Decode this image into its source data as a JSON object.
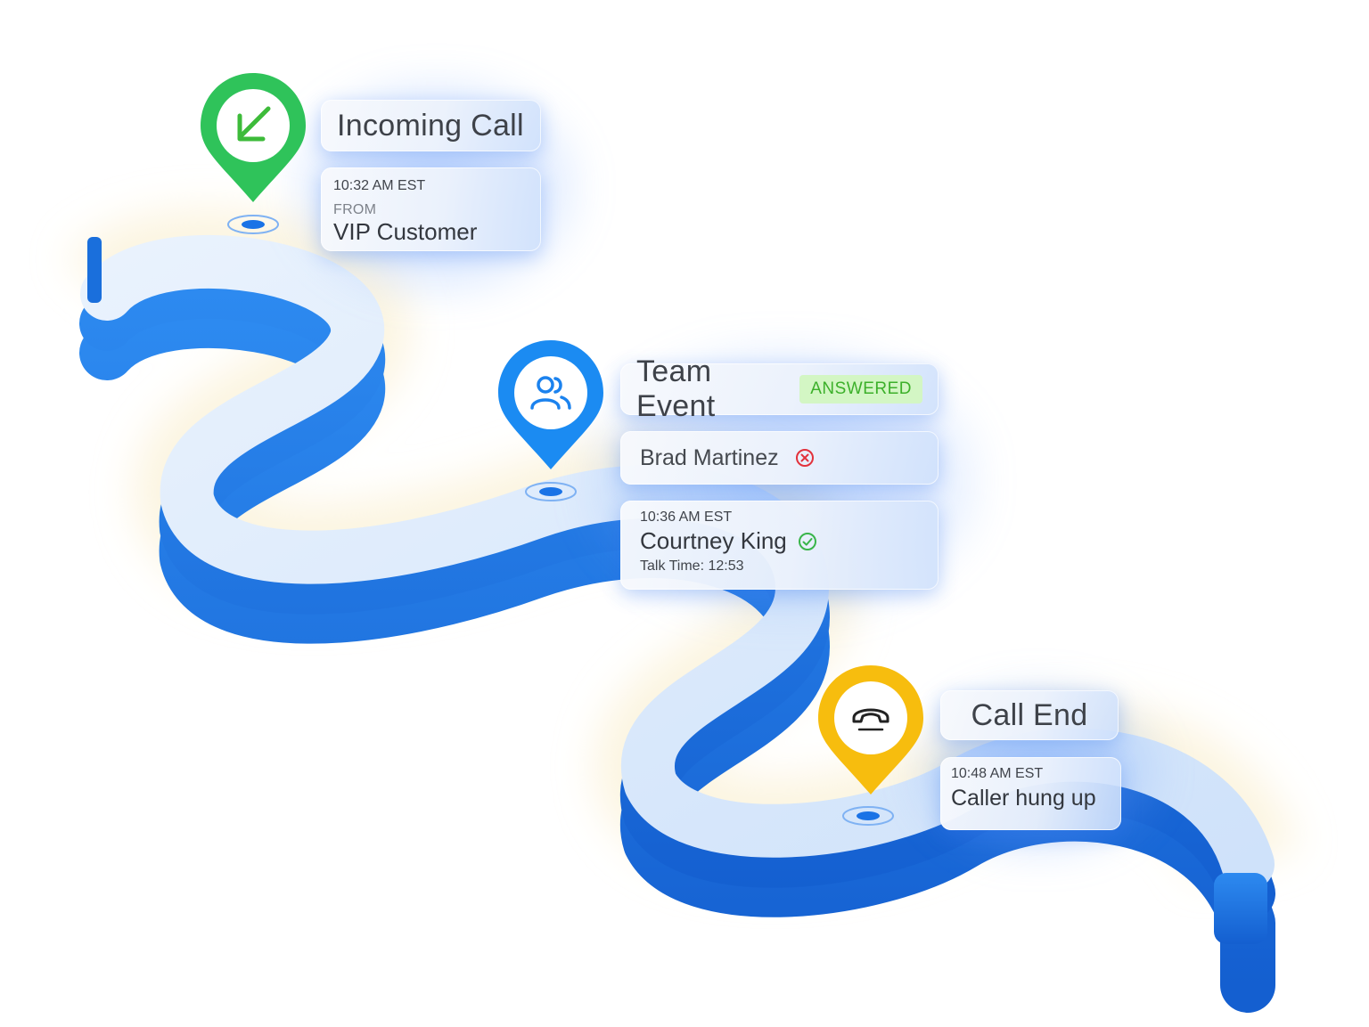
{
  "colors": {
    "road_top": "#dbe9fb",
    "road_side": "#1f78e4",
    "pin_green": "#2fc35a",
    "pin_blue": "#1b8bf2",
    "pin_yellow": "#f7bd0e",
    "badge_bg": "#d3f6c4",
    "badge_text": "#3cb02a",
    "decline_red": "#e2323c",
    "accept_green": "#39b54a"
  },
  "steps": {
    "incoming": {
      "icon": "arrow-down-left-icon",
      "title": "Incoming Call",
      "time": "10:32 AM EST",
      "from_label": "FROM",
      "from_value": "VIP Customer"
    },
    "team": {
      "icon": "users-icon",
      "title": "Team Event",
      "badge": "ANSWERED",
      "declined": {
        "name": "Brad Martinez",
        "icon": "x-circle-icon"
      },
      "accepted": {
        "time": "10:36 AM EST",
        "name": "Courtney King",
        "icon": "check-circle-icon",
        "talk_time": "Talk Time: 12:53"
      }
    },
    "end": {
      "icon": "hang-up-icon",
      "title": "Call End",
      "time": "10:48 AM EST",
      "detail": "Caller hung up"
    }
  }
}
